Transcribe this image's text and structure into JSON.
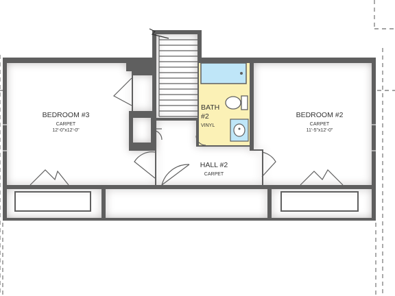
{
  "colors": {
    "wall": "#5f5f5f",
    "floor": "#ffffff",
    "shadow": "#c9c6c6",
    "bath_floor": "#fbf1b6",
    "tub": "#bfe6f8",
    "dashed": "#444444"
  },
  "rooms": {
    "bedroom3": {
      "name": "BEDROOM #3",
      "floor": "CARPET",
      "size": "12'-0\"x12'-0\""
    },
    "bedroom2": {
      "name": "BEDROOM #2",
      "floor": "CARPET",
      "size": "11'-5\"x12'-0\""
    },
    "bath2": {
      "name_line1": "BATH",
      "name_line2": "#2",
      "floor": "VINYL"
    },
    "hall2": {
      "name": "HALL #2",
      "floor": "CARPET"
    }
  },
  "fixtures": [
    "bathtub",
    "toilet",
    "sink",
    "stairs"
  ]
}
